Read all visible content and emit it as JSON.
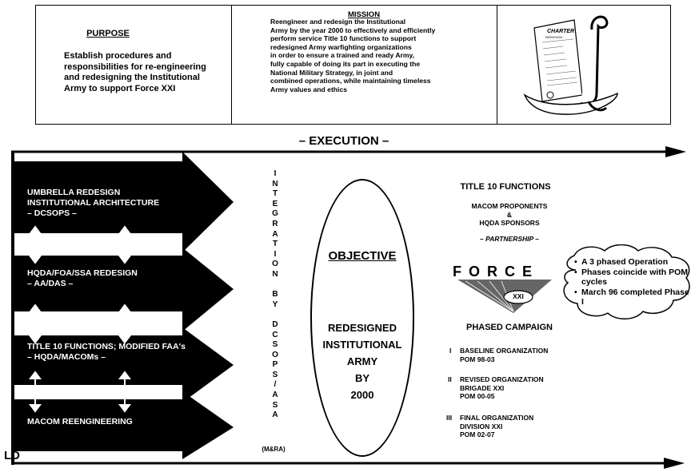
{
  "purpose": {
    "title": "PURPOSE",
    "lines": [
      "Establish procedures and",
      "responsibilities for re-engineering",
      "and redesigning the Institutional",
      "Army to support Force XXI"
    ]
  },
  "mission": {
    "title": "MISSION",
    "lines": [
      "Reengineer and redesign the Institutional",
      "Army by the year 2000 to effectively and efficiently",
      "perform service Title 10 functions to support",
      "redesigned Army warfighting organizations",
      "in order to ensure a trained and ready Army,",
      "fully capable of doing its part in executing the",
      "National Military Strategy, in joint and",
      "combined operations, while maintaining timeless",
      "Army values and ethics"
    ]
  },
  "charter_image": {
    "title": "CHARTER",
    "subtitle": "REDESIGN"
  },
  "execution_label": "– EXECUTION –",
  "bands": [
    {
      "line1": "UMBRELLA REDESIGN",
      "line2": "INSTITUTIONAL ARCHITECTURE",
      "line3": "– DCSOPS –"
    },
    {
      "line1": "HQDA/FOA/SSA REDESIGN",
      "line2": "– AA/DAS –",
      "line3": ""
    },
    {
      "line1": "TITLE 10 FUNCTIONS; MODIFIED FAA's",
      "line2": "– HQDA/MACOMs –",
      "line3": ""
    },
    {
      "line1": "MACOM REENGINEERING",
      "line2": "",
      "line3": ""
    }
  ],
  "integration": {
    "letters": [
      "I",
      "N",
      "T",
      "E",
      "G",
      "R",
      "A",
      "T",
      "I",
      "O",
      "N",
      "",
      "B",
      "Y",
      "",
      "D",
      "C",
      "S",
      "O",
      "P",
      "S",
      "/",
      "A",
      "S",
      "A"
    ],
    "suffix": "(M&RA)"
  },
  "objective": {
    "title": "OBJECTIVE",
    "lines": [
      "REDESIGNED",
      "INSTITUTIONAL",
      "ARMY",
      "BY",
      "2000"
    ]
  },
  "title10": {
    "heading": "TITLE 10 FUNCTIONS",
    "line1": "MACOM PROPONENTS",
    "amp": "&",
    "line2": "HQDA SPONSORS",
    "partnership": "– PARTNERSHIP –"
  },
  "logo": {
    "word": "F O R C E",
    "badge": "XXI"
  },
  "cloud": {
    "bullet": "•",
    "items": [
      "A 3 phased Operation",
      "Phases coincide with POM cycles",
      "March 96 completed Phase I"
    ]
  },
  "phased_campaign": {
    "heading": "PHASED CAMPAIGN",
    "phases": [
      {
        "num": "I",
        "title": "BASELINE ORGANIZATION",
        "sub1": "POM 98-03",
        "sub2": ""
      },
      {
        "num": "II",
        "title": "REVISED ORGANIZATION",
        "sub1": "BRIGADE XXI",
        "sub2": "POM 00-05"
      },
      {
        "num": "III",
        "title": "FINAL ORGANIZATION",
        "sub1": "DIVISION XXI",
        "sub2": "POM 02-07"
      }
    ]
  },
  "ld_label": "LD"
}
